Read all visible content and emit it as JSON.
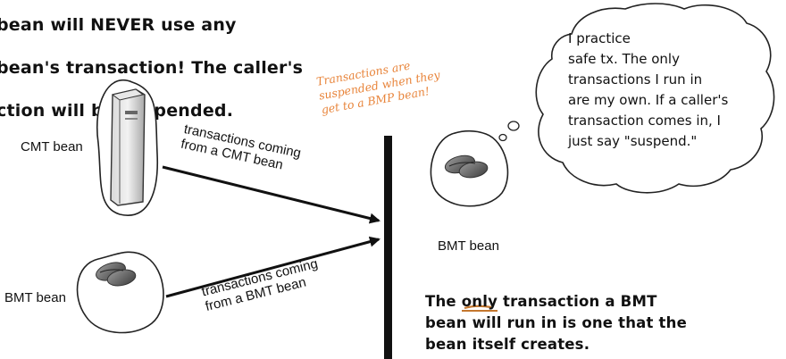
{
  "heading": {
    "line1": "bean will NEVER use any",
    "line2": "bean's transaction! The caller's",
    "line3": "ction will be suspended."
  },
  "handwritten_note": "Transactions are\nsuspended when they\nget to a BMP bean!",
  "diagram": {
    "cmt_bean_label": "CMT bean",
    "bmt_bean_left_label": "BMT bean",
    "bmt_bean_right_label": "BMT bean",
    "arrow_cmt_label": "transactions coming\nfrom a CMT bean",
    "arrow_bmt_label": "transactions coming\nfrom a BMT bean"
  },
  "speech_bubble": "I practice\n  safe tx. The only\ntransactions I run in\nare my own. If a caller's\ntransaction comes in, I\njust say \"suspend.\"",
  "bottom_note": {
    "prefix": "The ",
    "underlined": "only",
    "line1_rest": " transaction a BMT",
    "line2": "bean will run in is one that the",
    "line3": "bean itself creates."
  },
  "colors": {
    "handwriting": "#e8843a",
    "underline": "#c4772e",
    "beans": "#555555"
  }
}
